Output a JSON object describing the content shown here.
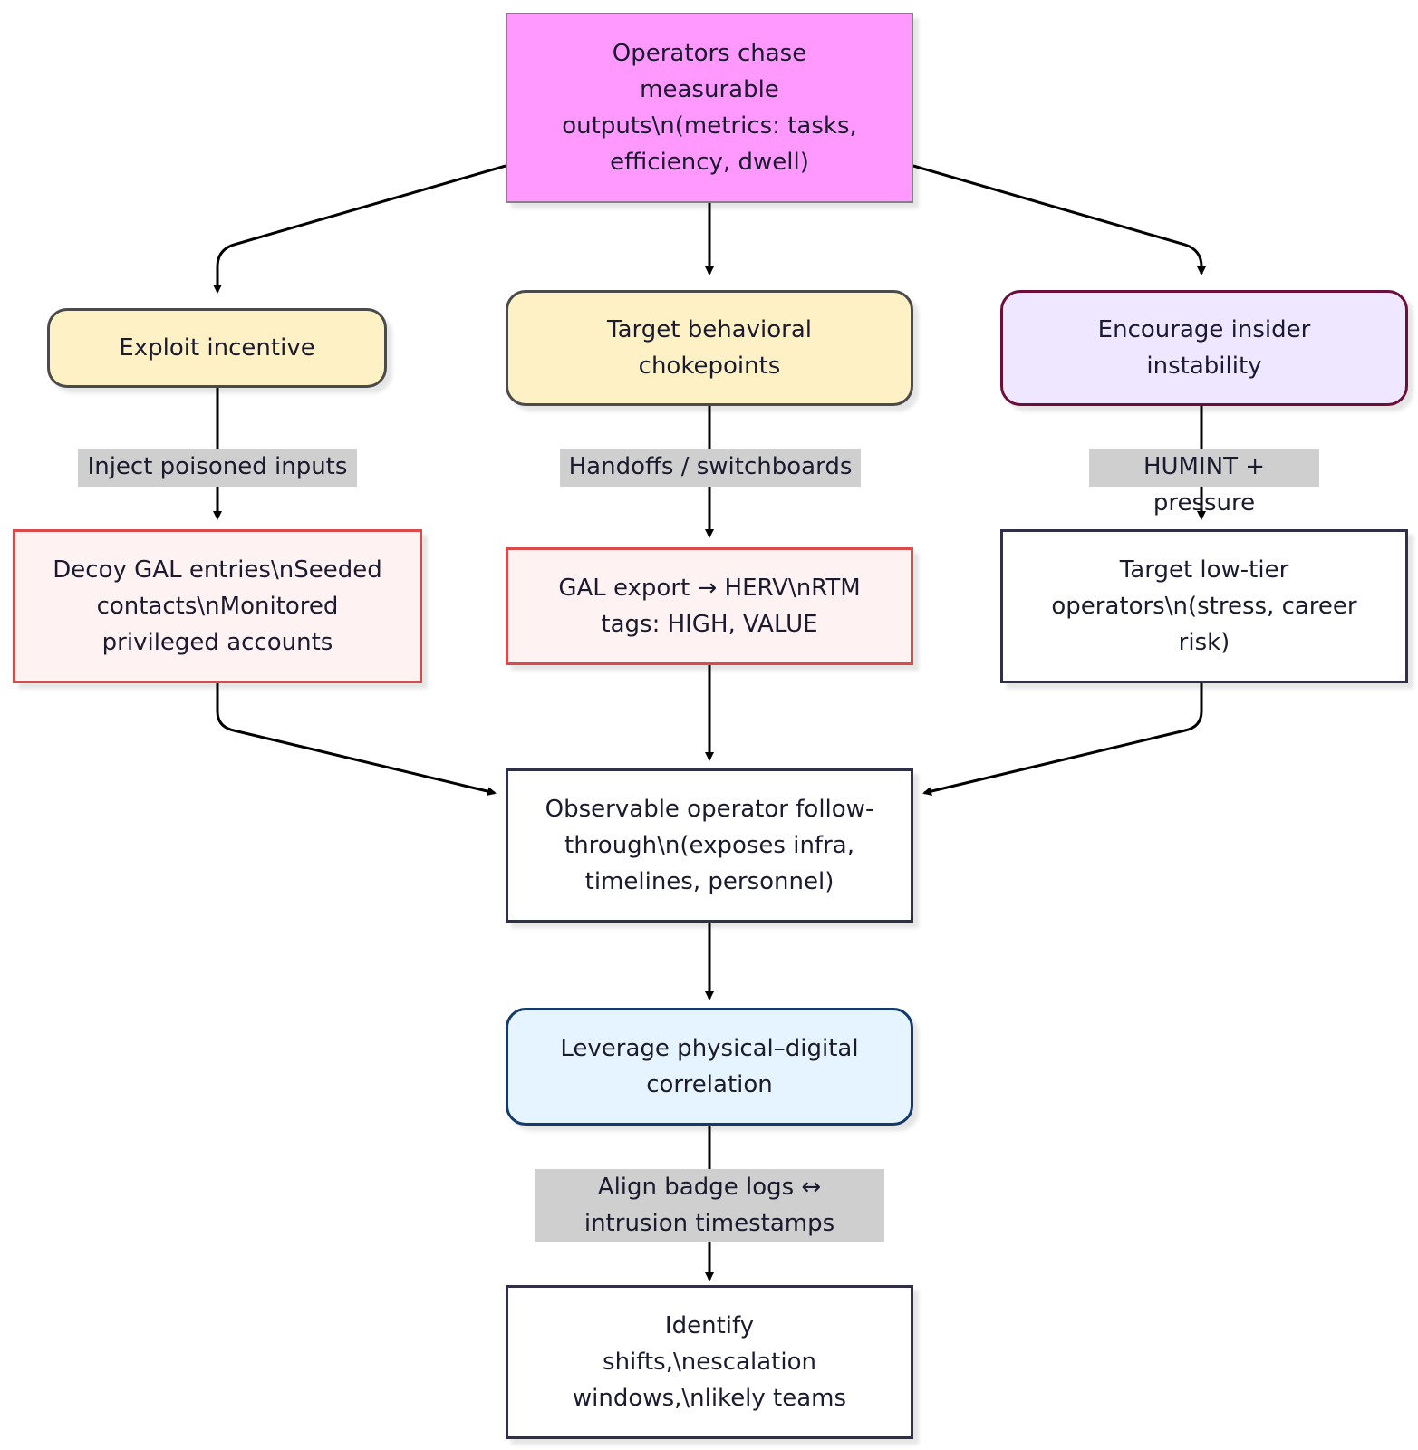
{
  "nodes": {
    "operators": "Operators chase measurable outputs\\n(metrics: tasks, efficiency, dwell)",
    "exploit": "Exploit incentive",
    "chokepoints": "Target behavioral chokepoints",
    "insider": "Encourage insider instability",
    "decoy": "Decoy GAL entries\\nSeeded contacts\\nMonitored privileged accounts",
    "gal_export": "GAL export → HERV\\nRTM tags: HIGH, VALUE",
    "lowtier": "Target low-tier operators\\n(stress, career risk)",
    "observable": "Observable operator follow-through\\n(exposes infra, timelines, personnel)",
    "leverage": "Leverage physical–digital correlation",
    "identify": "Identify shifts,\\nescalation windows,\\nlikely teams"
  },
  "edge_labels": {
    "inject": "Inject poisoned inputs",
    "handoffs": "Handoffs / switchboards",
    "humint": "HUMINT + pressure",
    "align": "Align badge logs ↔ intrusion timestamps"
  }
}
